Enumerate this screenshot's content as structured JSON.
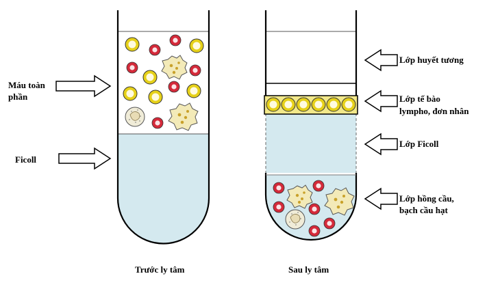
{
  "left_labels": {
    "whole_blood": [
      "Máu toàn",
      "phần"
    ],
    "ficoll": "Ficoll"
  },
  "right_labels": {
    "plasma": "Lớp huyết tương",
    "lymphocyte": [
      "Lớp tế bào",
      "lympho, đơn nhân"
    ],
    "ficoll_layer": "Lớp Ficoll",
    "rbc": [
      "Lớp hồng cầu,",
      "bạch cầu hạt"
    ]
  },
  "captions": {
    "before": "Trước ly tâm",
    "after": "Sau ly tâm"
  },
  "colors": {
    "ficoll": "#d4e9ef",
    "plasma": "#d4e9ef",
    "red_cell": "#d42a3a",
    "lymphocyte": "#e6d11a",
    "granulocyte": "#f3eab8",
    "stroke": "#000000"
  }
}
